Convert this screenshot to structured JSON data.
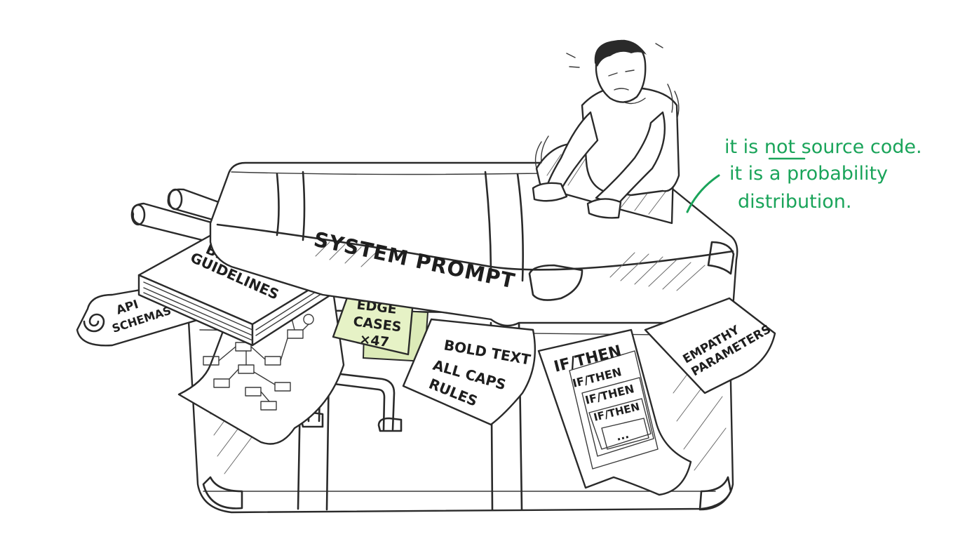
{
  "labels": {
    "main": "SYSTEM PROMPT",
    "book_line1": "BRAND",
    "book_line2": "GUIDELINES",
    "scroll_line1": "API",
    "scroll_line2": "SCHEMAS",
    "sticky_line1": "EDGE",
    "sticky_line2": "CASES",
    "sticky_line3": "×47",
    "paper_line1": "BOLD TEXT",
    "paper_line2": "ALL CAPS",
    "paper_line3": "RULES",
    "nested_1": "IF/THEN",
    "nested_2": "IF/THEN",
    "nested_3": "IF/THEN",
    "nested_4": "IF/THEN",
    "nested_5": "...",
    "empathy_line1": "EMPATHY",
    "empathy_line2": "PARAMETERS"
  },
  "annotation": {
    "line1_a": "it is ",
    "line1_b": "not",
    "line1_c": " source code.",
    "line2": "it is a probability",
    "line3": "distribution.",
    "color": "#1aa45a"
  },
  "icons": [
    "suitcase",
    "person",
    "book",
    "scroll",
    "flowchart",
    "sticky-note"
  ]
}
